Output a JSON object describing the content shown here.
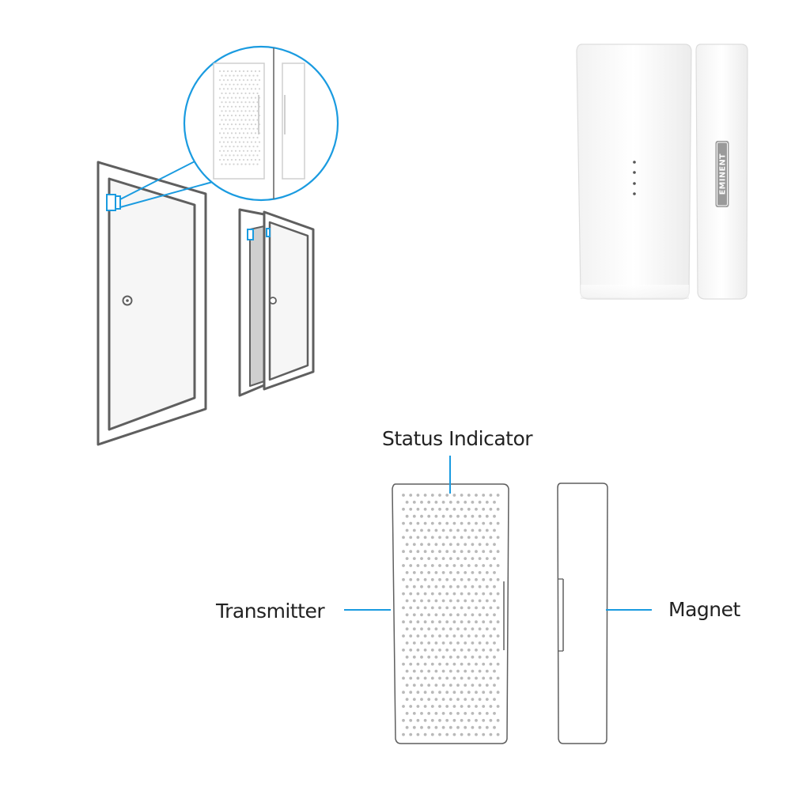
{
  "labels": {
    "status_indicator": "Status Indicator",
    "transmitter": "Transmitter",
    "magnet": "Magnet"
  },
  "product": {
    "brand": "EMINENT"
  },
  "colors": {
    "accent": "#1a9be0",
    "outline": "#5f5f5f",
    "door_fill": "#f6f6f6",
    "gap_fill": "#cfcfcf",
    "device_fill": "#ffffff",
    "dot": "#b9b9b9"
  }
}
